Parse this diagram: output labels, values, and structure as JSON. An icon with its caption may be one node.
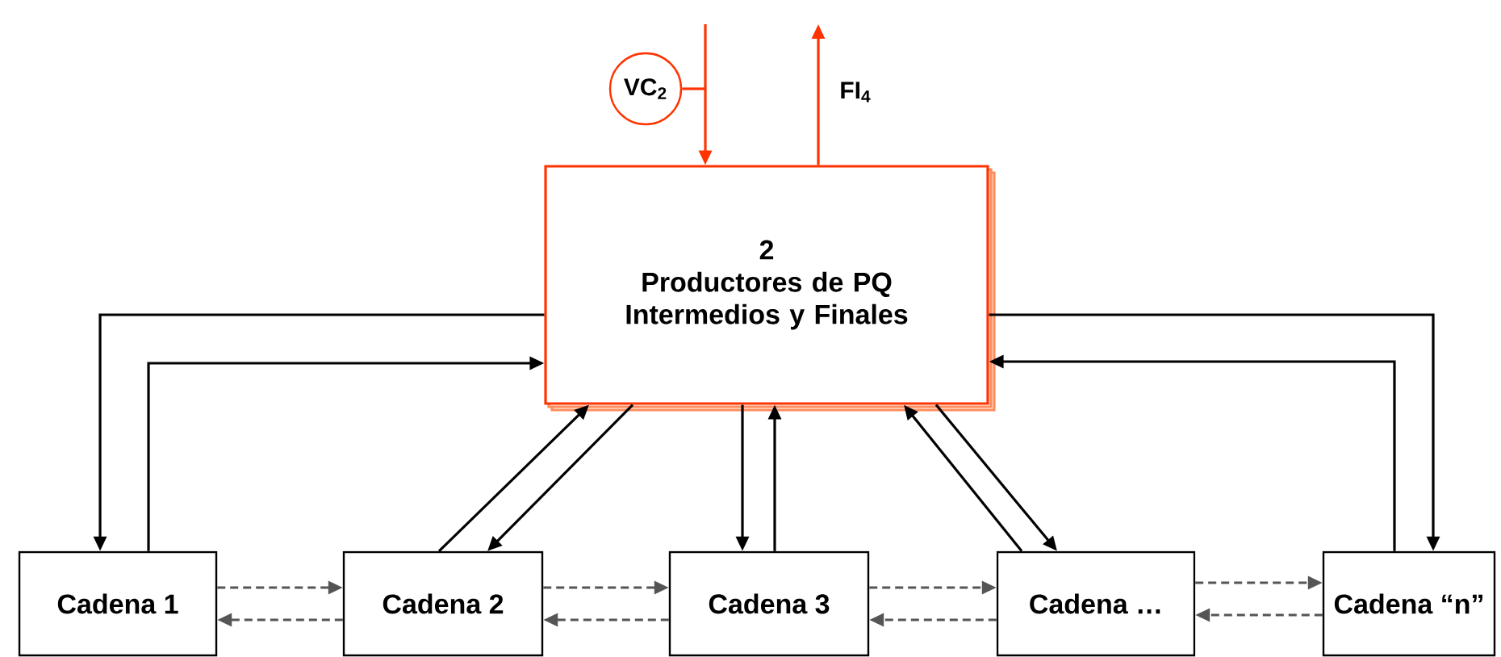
{
  "diagram": {
    "nodes": [
      {
        "text": [
          "2",
          "Productores de PQ Intermedios y Finales"
        ]
      },
      {
        "text": [
          "VC$_{2}$"
        ]
      },
      {
        "text": [
          "Cadena 1"
        ]
      },
      {
        "text": [
          "Cadena 2"
        ]
      },
      {
        "text": [
          "Cadena 3"
        ]
      },
      {
        "text": [
          "Cadena …"
        ]
      },
      {
        "text": [
          "Cadena “n”"
        ]
      }
    ],
    "edges": [
      {
        "from": null,
        "to": 0,
        "arrow": "to",
        "color": "#ff3300"
      },
      {
        "from": 1,
        "to": null,
        "arrow": "none",
        "color": "#ff3300"
      },
      {
        "from": 0,
        "to": null,
        "arrow": "to",
        "color": "#ff3300",
        "label": "FI$_{4}$"
      },
      {
        "from": 0,
        "to": 2,
        "arrow": "to"
      },
      {
        "from": 2,
        "to": 0,
        "arrow": "to"
      },
      {
        "from": 3,
        "to": 0,
        "arrow": "to"
      },
      {
        "from": 0,
        "to": 3,
        "arrow": "to"
      },
      {
        "from": 0,
        "to": 4,
        "arrow": "to"
      },
      {
        "from": 4,
        "to": 0,
        "arrow": "to"
      },
      {
        "from": 5,
        "to": 0,
        "arrow": "to"
      },
      {
        "from": 0,
        "to": 5,
        "arrow": "to"
      },
      {
        "from": 0,
        "to": 6,
        "arrow": "to"
      },
      {
        "from": 6,
        "to": 0,
        "arrow": "to"
      },
      {
        "from": 2,
        "to": 3,
        "arrow": "to",
        "style": "dashed",
        "color": "#555555"
      },
      {
        "from": 3,
        "to": 2,
        "arrow": "to",
        "style": "dashed",
        "color": "#555555"
      },
      {
        "from": 3,
        "to": 4,
        "arrow": "to",
        "style": "dashed",
        "color": "#555555"
      },
      {
        "from": 4,
        "to": 3,
        "arrow": "to",
        "style": "dashed",
        "color": "#555555"
      },
      {
        "from": 4,
        "to": 5,
        "arrow": "to",
        "style": "dashed",
        "color": "#555555"
      },
      {
        "from": 5,
        "to": 4,
        "arrow": "to",
        "style": "dashed",
        "color": "#555555"
      },
      {
        "from": 5,
        "to": 6,
        "arrow": "to",
        "style": "dashed",
        "color": "#555555"
      },
      {
        "from": 6,
        "to": 5,
        "arrow": "to",
        "style": "dashed",
        "color": "#555555"
      }
    ]
  }
}
